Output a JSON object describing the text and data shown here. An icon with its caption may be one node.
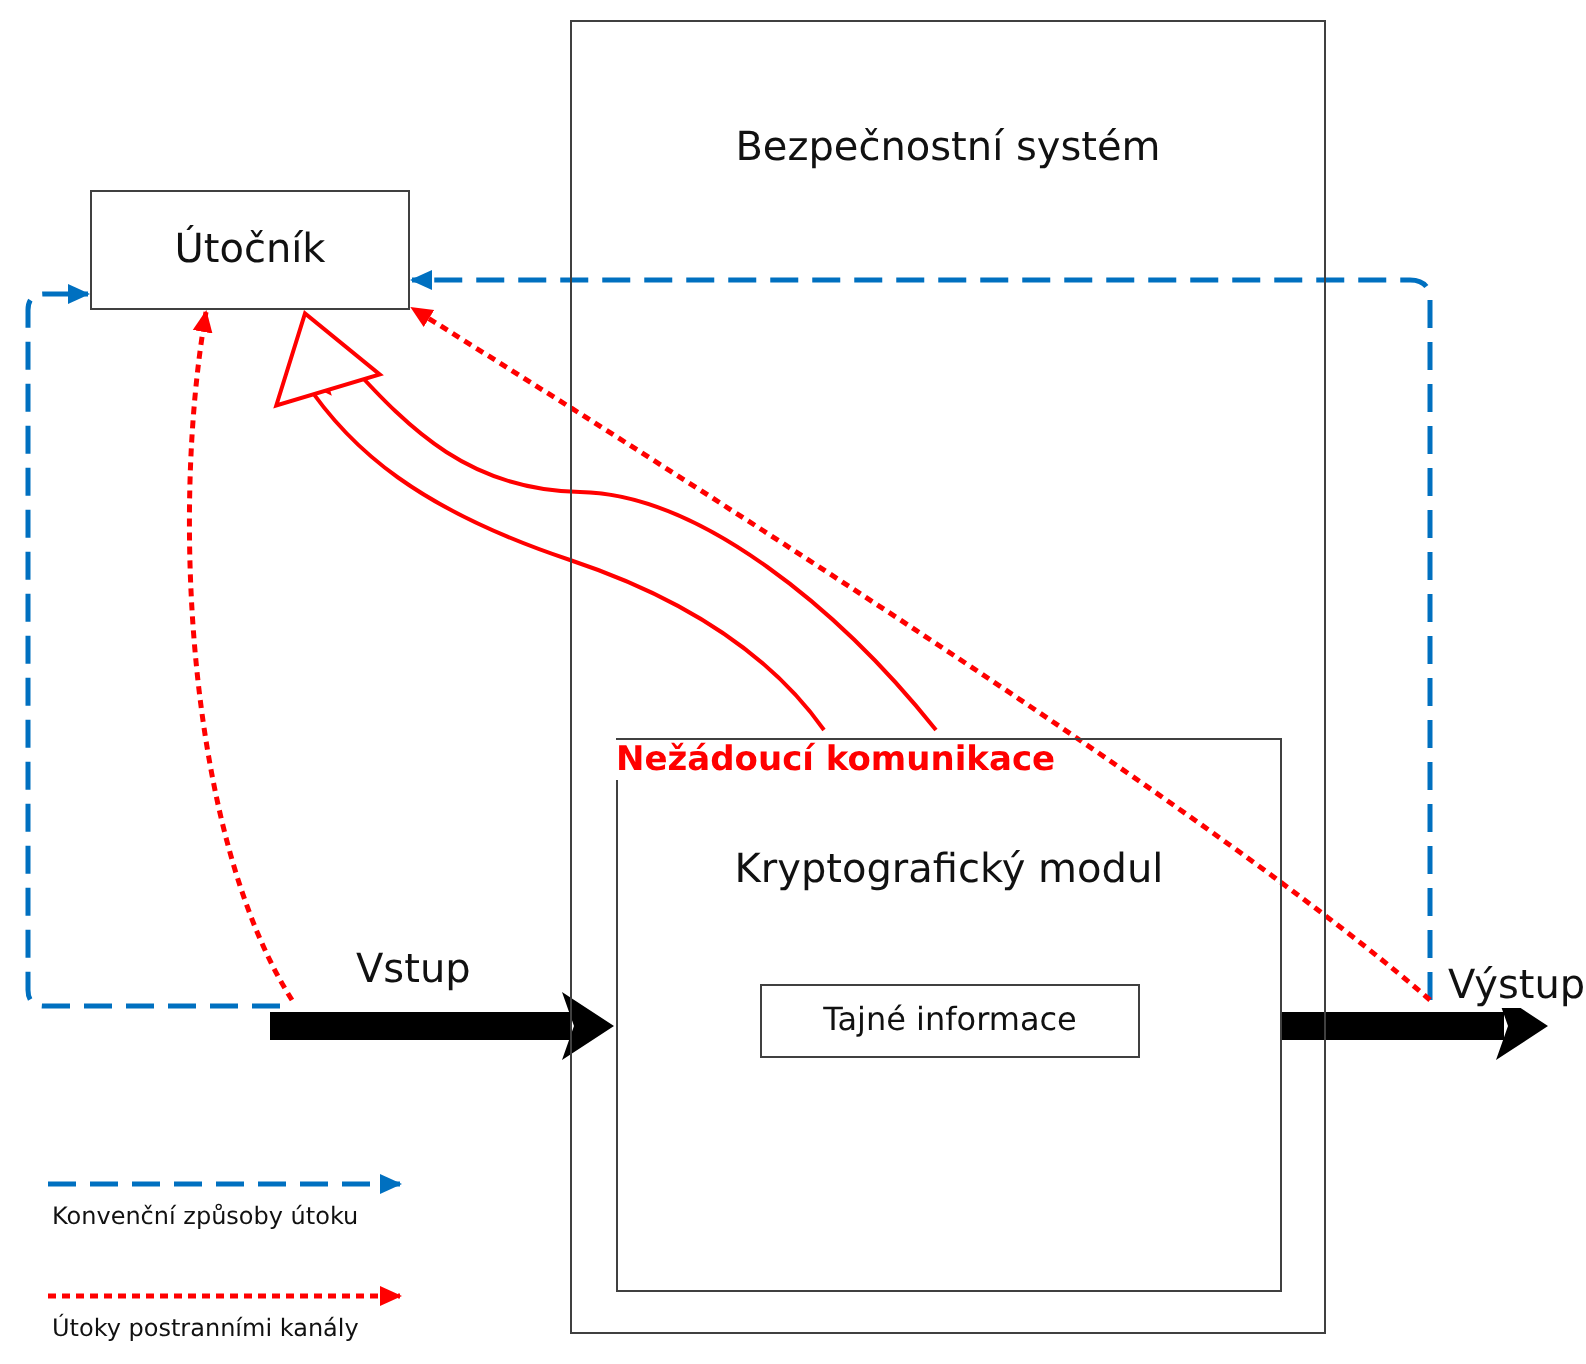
{
  "diagram": {
    "nodes": [
      {
        "text": [
          "Bezpečnostní systém"
        ]
      },
      {
        "text": [
          "Útočník"
        ]
      },
      {
        "text": [
          "Kryptografický modul"
        ],
        "in": 0
      },
      {
        "text": [
          "Tajné informace"
        ],
        "in": 2
      }
    ],
    "edges": [
      {
        "from": null,
        "to": 2,
        "arrow": "to",
        "label": "Vstup",
        "style": "thick",
        "color": "#000000"
      },
      {
        "from": 2,
        "to": null,
        "arrow": "to",
        "label": "Výstup",
        "style": "thick",
        "color": "#000000"
      },
      {
        "from": 2,
        "to": 1,
        "arrow": "to",
        "label": "Nežádoucí komunikace",
        "color": "#ff0000"
      },
      {
        "from": null,
        "to": 1,
        "arrow": "to",
        "style": "dashed",
        "color": "#0070c0"
      },
      {
        "from": null,
        "to": 1,
        "arrow": "to",
        "style": "dashed",
        "color": "#ff0000"
      },
      {
        "from": null,
        "to": 1,
        "arrow": "to",
        "style": "dashed",
        "color": "#0070c0"
      },
      {
        "from": null,
        "to": 1,
        "arrow": "to",
        "style": "dashed",
        "color": "#ff0000"
      }
    ],
    "legend": [
      {
        "text": "Konvenční způsoby útoku"
      },
      {
        "text": "Útoky postranními kanály"
      }
    ]
  }
}
